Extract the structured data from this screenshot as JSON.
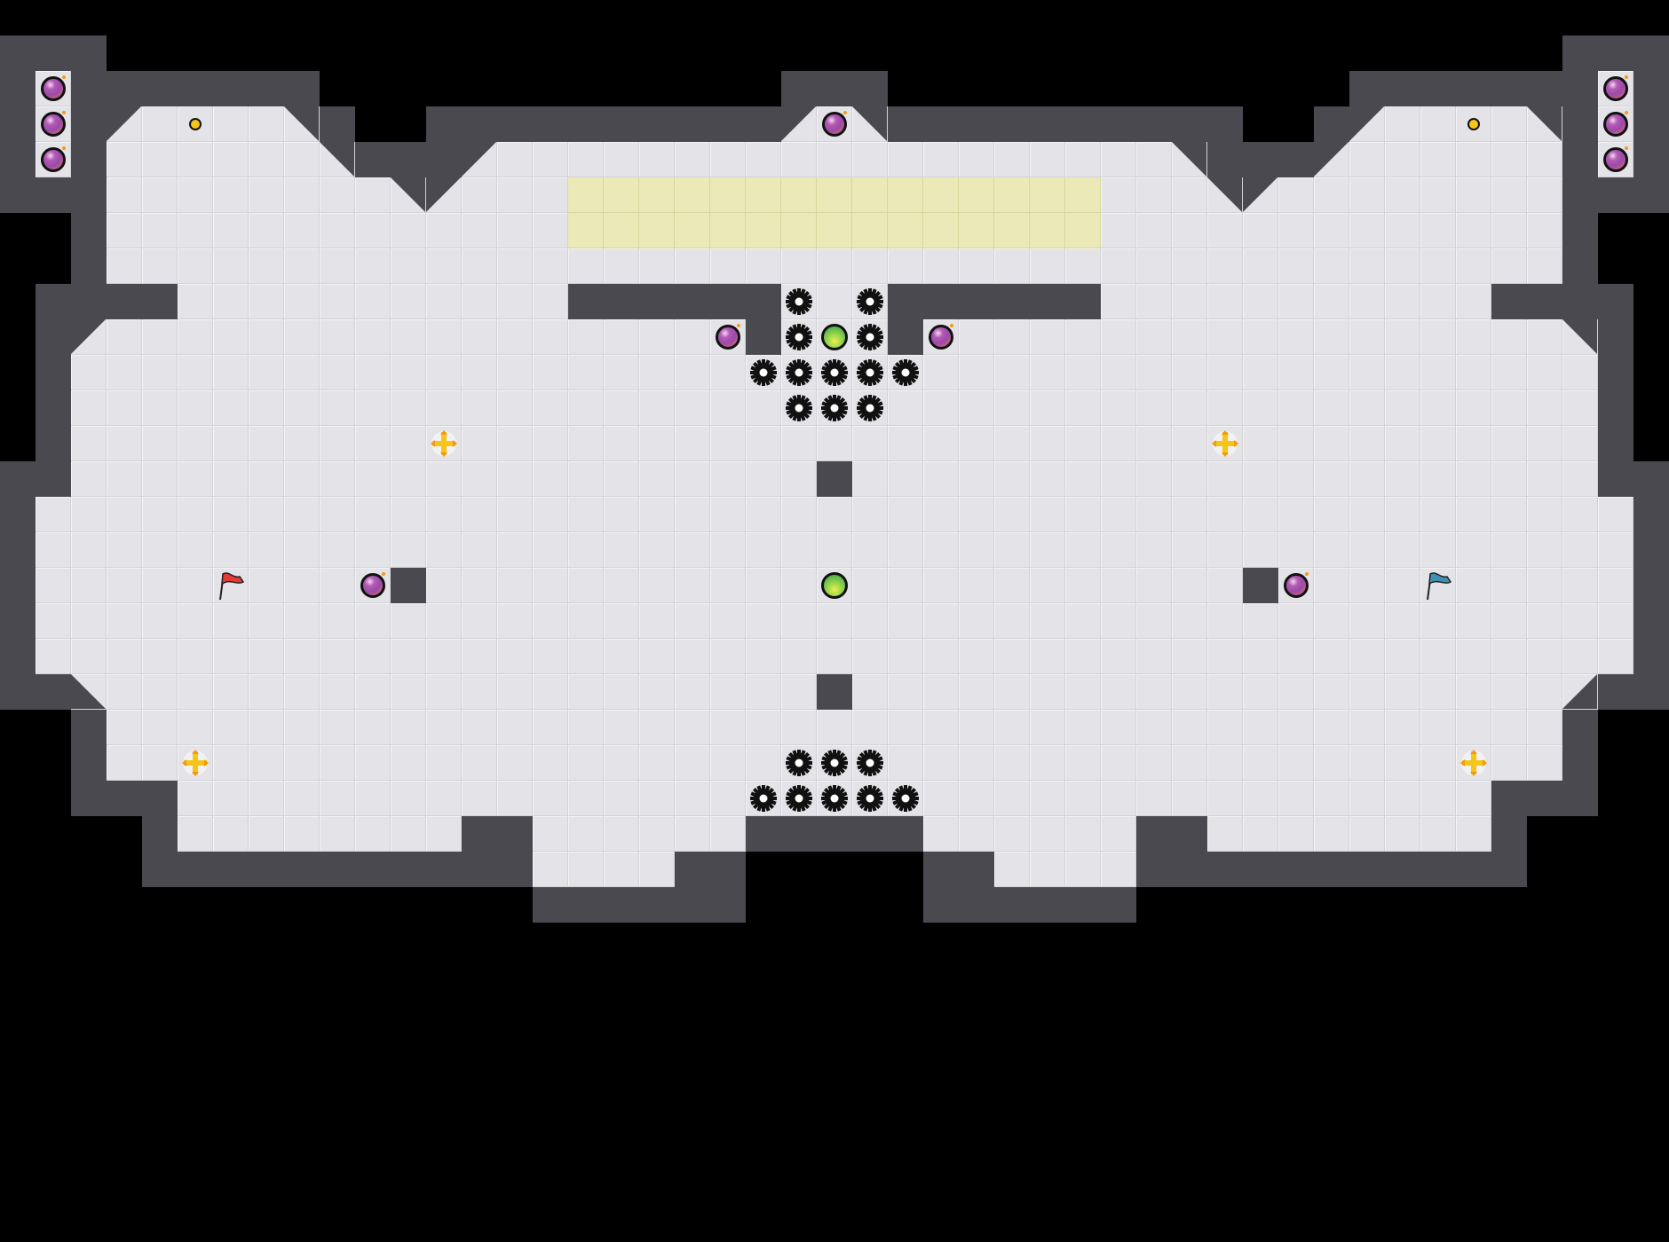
{
  "game": {
    "title": "",
    "colors": {
      "wall": "#4a494f",
      "floor": "#e4e4e8",
      "zone": "#ece9b8",
      "spike": "#111111",
      "boost": "#f5c518",
      "red_flag": "#e53935",
      "blue_flag": "#3f8fb0"
    },
    "tiles": [
      "wall",
      "floor",
      "diagonal-wall",
      "neutral-zone"
    ],
    "objects": [
      "bomb-icon",
      "spike-icon",
      "powerup-ball-icon",
      "boost-icon",
      "gold-dot-icon",
      "red-flag-icon",
      "blue-flag-icon"
    ]
  }
}
